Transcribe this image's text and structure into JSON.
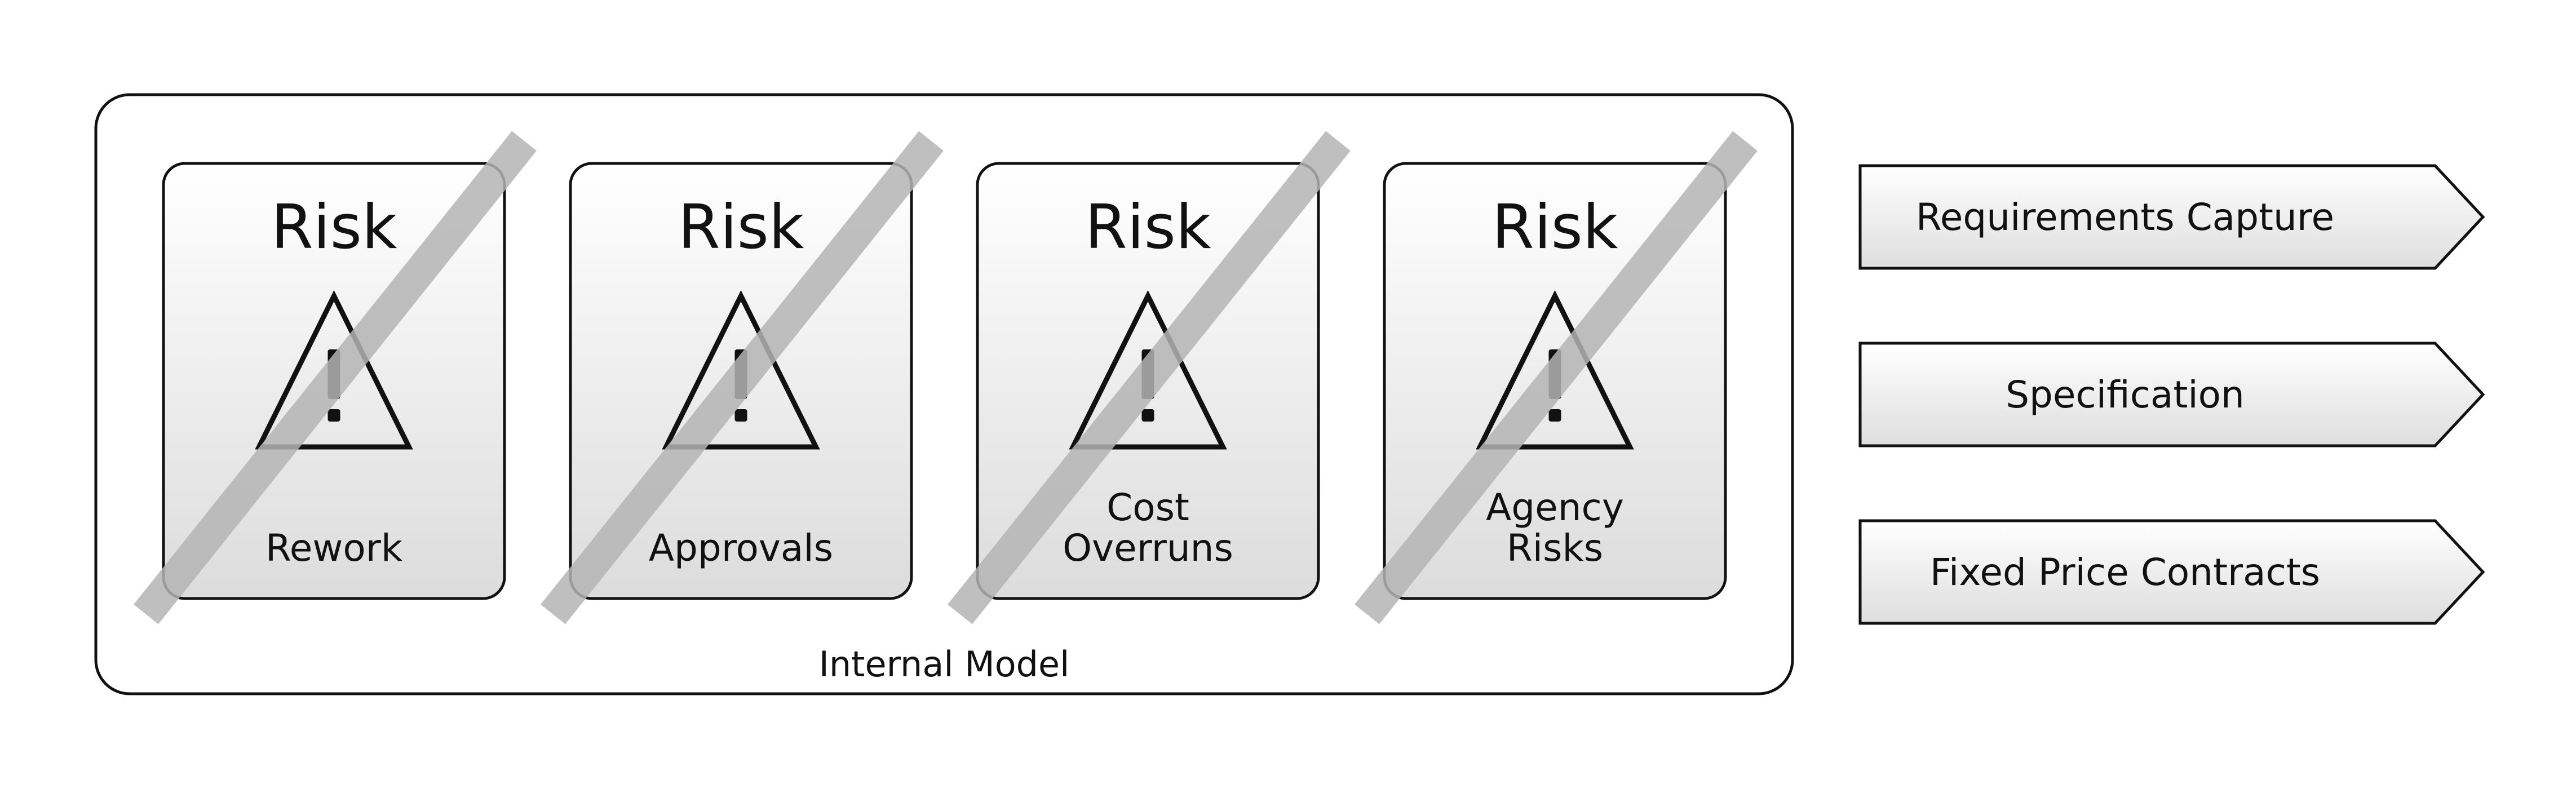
{
  "internal_model": {
    "label": "Internal Model"
  },
  "risk_cards": [
    {
      "title": "Risk",
      "caption_lines": [
        "Rework"
      ],
      "icon": "warning-triangle-icon",
      "crossed_out": true
    },
    {
      "title": "Risk",
      "caption_lines": [
        "Approvals"
      ],
      "icon": "warning-triangle-icon",
      "crossed_out": true
    },
    {
      "title": "Risk",
      "caption_lines": [
        "Cost",
        "Overruns"
      ],
      "icon": "warning-triangle-icon",
      "crossed_out": true
    },
    {
      "title": "Risk",
      "caption_lines": [
        "Agency",
        "Risks"
      ],
      "icon": "warning-triangle-icon",
      "crossed_out": true
    }
  ],
  "process_steps": [
    {
      "label": "Requirements Capture"
    },
    {
      "label": "Specification"
    },
    {
      "label": "Fixed Price Contracts"
    }
  ],
  "colors": {
    "outline": "#111111",
    "strike": "#b4b4b4",
    "card_gradient_top": "#ffffff",
    "card_gradient_bottom": "#dcdcdc"
  }
}
